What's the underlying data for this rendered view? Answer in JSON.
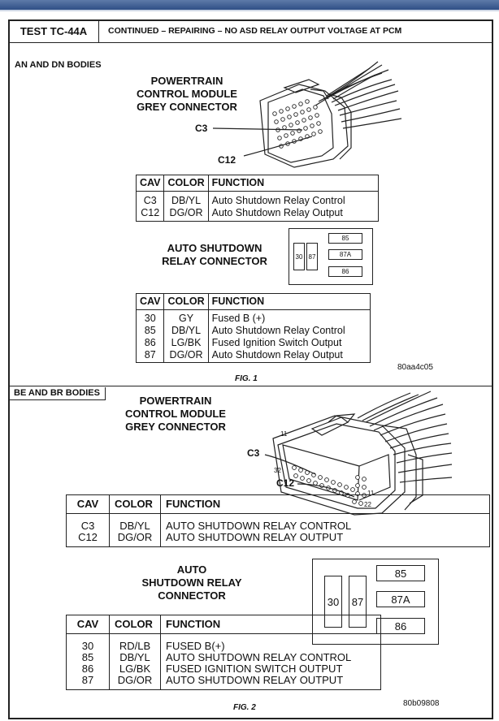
{
  "header": {
    "test_id": "TEST TC-44A",
    "title": "CONTINUED – REPAIRING – NO ASD RELAY OUTPUT VOLTAGE AT PCM"
  },
  "fig1": {
    "section_label": "AN AND DN BODIES",
    "connector_title": [
      "POWERTRAIN",
      "CONTROL MODULE",
      "GREY CONNECTOR"
    ],
    "callouts": [
      "C3",
      "C12"
    ],
    "pcm_table": {
      "headers": [
        "CAV",
        "COLOR",
        "FUNCTION"
      ],
      "rows": [
        [
          "C3",
          "DB/YL",
          "Auto Shutdown Relay Control"
        ],
        [
          "C12",
          "DG/OR",
          "Auto Shutdown Relay Output"
        ]
      ]
    },
    "relay_title": [
      "AUTO SHUTDOWN",
      "RELAY CONNECTOR"
    ],
    "relay_pins": [
      "30",
      "87",
      "85",
      "87A",
      "86"
    ],
    "relay_table": {
      "headers": [
        "CAV",
        "COLOR",
        "FUNCTION"
      ],
      "rows": [
        [
          "30",
          "GY",
          "Fused B (+)"
        ],
        [
          "85",
          "DB/YL",
          "Auto Shutdown Relay Control"
        ],
        [
          "86",
          "LG/BK",
          "Fused Ignition Switch Output"
        ],
        [
          "87",
          "DG/OR",
          "Auto Shutdown Relay Output"
        ]
      ]
    },
    "fig_label": "FIG. 1",
    "code": "80aa4c05"
  },
  "fig2": {
    "section_label": "BE AND BR BODIES",
    "connector_title": [
      "POWERTRAIN",
      "CONTROL MODULE",
      "GREY CONNECTOR"
    ],
    "callouts": [
      "C3",
      "C12"
    ],
    "cavity_numbers": [
      "11",
      "32",
      "11",
      "22"
    ],
    "pcm_table": {
      "headers": [
        "CAV",
        "COLOR",
        "FUNCTION"
      ],
      "rows": [
        [
          "C3",
          "DB/YL",
          "AUTO SHUTDOWN RELAY CONTROL"
        ],
        [
          "C12",
          "DG/OR",
          "AUTO SHUTDOWN RELAY OUTPUT"
        ]
      ]
    },
    "relay_title": [
      "AUTO",
      "SHUTDOWN RELAY",
      "CONNECTOR"
    ],
    "relay_pins": [
      "30",
      "87",
      "85",
      "87A",
      "86"
    ],
    "relay_table": {
      "headers": [
        "CAV",
        "COLOR",
        "FUNCTION"
      ],
      "rows": [
        [
          "30",
          "RD/LB",
          "FUSED B(+)"
        ],
        [
          "85",
          "DB/YL",
          "AUTO SHUTDOWN RELAY CONTROL"
        ],
        [
          "86",
          "LG/BK",
          "FUSED IGNITION SWITCH OUTPUT"
        ],
        [
          "87",
          "DG/OR",
          "AUTO SHUTDOWN RELAY OUTPUT"
        ]
      ]
    },
    "fig_label": "FIG. 2",
    "code": "80b09808"
  }
}
